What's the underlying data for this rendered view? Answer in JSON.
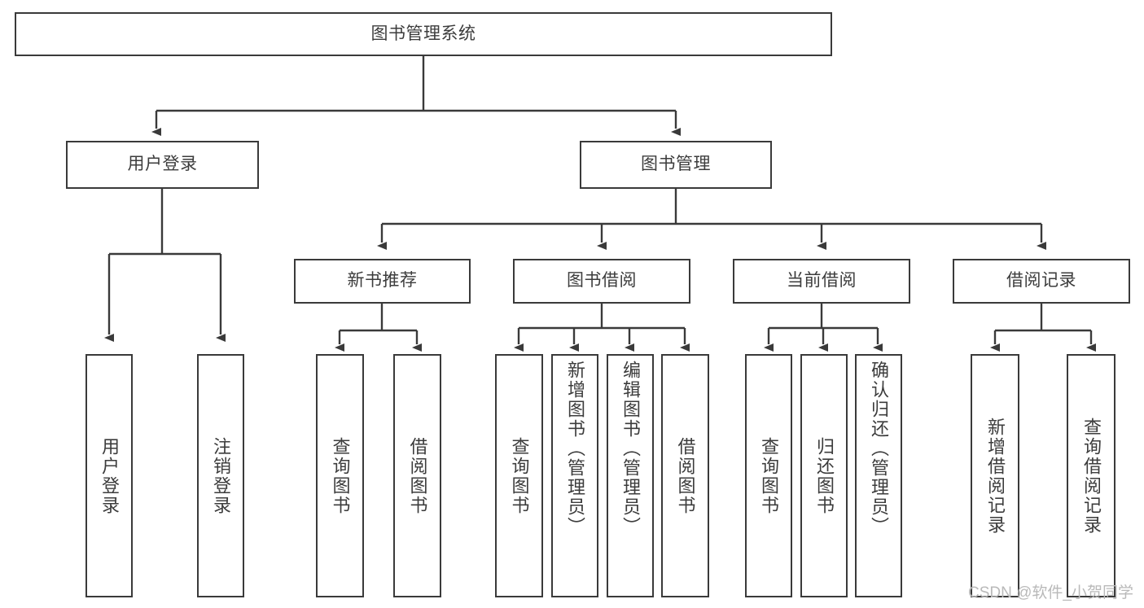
{
  "diagram": {
    "type": "tree",
    "title": "图书管理系统",
    "root": {
      "label": "图书管理系统"
    },
    "level2": [
      {
        "label": "用户登录"
      },
      {
        "label": "图书管理"
      }
    ],
    "level3": [
      {
        "label": "新书推荐"
      },
      {
        "label": "图书借阅"
      },
      {
        "label": "当前借阅"
      },
      {
        "label": "借阅记录"
      }
    ],
    "leaves": {
      "user_login": [
        {
          "label": "用户登录"
        },
        {
          "label": "注销登录"
        }
      ],
      "new_book_recommend": [
        {
          "label": "查询图书"
        },
        {
          "label": "借阅图书"
        }
      ],
      "book_borrow": [
        {
          "label": "查询图书"
        },
        {
          "label": "新增图书（管理员）"
        },
        {
          "label": "编辑图书（管理员）"
        },
        {
          "label": "借阅图书"
        }
      ],
      "current_borrow": [
        {
          "label": "查询图书"
        },
        {
          "label": "归还图书"
        },
        {
          "label": "确认归还（管理员）"
        }
      ],
      "borrow_record": [
        {
          "label": "新增借阅记录"
        },
        {
          "label": "查询借阅记录"
        }
      ]
    }
  },
  "watermark": {
    "text": "CSDN @软件_小贺同学"
  },
  "colors": {
    "box_border": "#3a3a3a",
    "text": "#3c3c3c",
    "connector": "#3a3a3a",
    "background": "#ffffff",
    "watermark": "#b9b9b9"
  }
}
